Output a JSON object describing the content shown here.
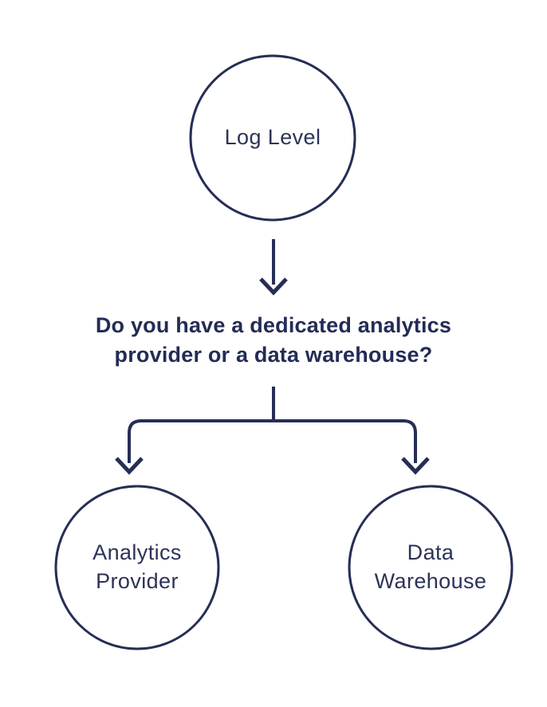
{
  "colors": {
    "stroke": "#262e55",
    "text": "#2c3357",
    "question": "#232c56",
    "background": "#ffffff"
  },
  "flowchart": {
    "root": {
      "label": "Log Level"
    },
    "question": {
      "line1": "Do you have a dedicated analytics",
      "line2": "provider or a data warehouse?"
    },
    "options": [
      {
        "label": "Analytics Provider"
      },
      {
        "label": "Data Warehouse"
      }
    ]
  }
}
